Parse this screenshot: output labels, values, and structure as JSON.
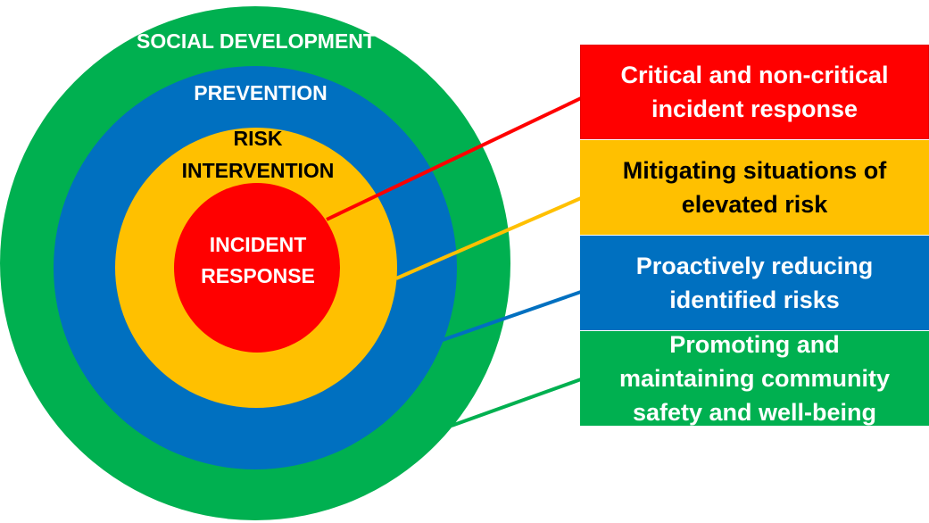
{
  "colors": {
    "social": "#00b050",
    "prevention": "#0070c0",
    "risk": "#ffc000",
    "incident": "#ff0000"
  },
  "rings": {
    "social": {
      "label": "SOCIAL DEVELOPMENT"
    },
    "prevention": {
      "label": "PREVENTION"
    },
    "risk": {
      "label_line1": "RISK",
      "label_line2": "INTERVENTION"
    },
    "incident": {
      "label_line1": "INCIDENT",
      "label_line2": "RESPONSE"
    }
  },
  "boxes": {
    "incident": {
      "line1": "Critical and non-critical",
      "line2": "incident response"
    },
    "risk": {
      "line1": "Mitigating situations of",
      "line2": "elevated risk"
    },
    "prevention": {
      "line1": "Proactively reducing",
      "line2": "identified risks"
    },
    "social": {
      "line1": "Promoting and",
      "line2": "maintaining community",
      "line3": "safety and well-being"
    }
  }
}
